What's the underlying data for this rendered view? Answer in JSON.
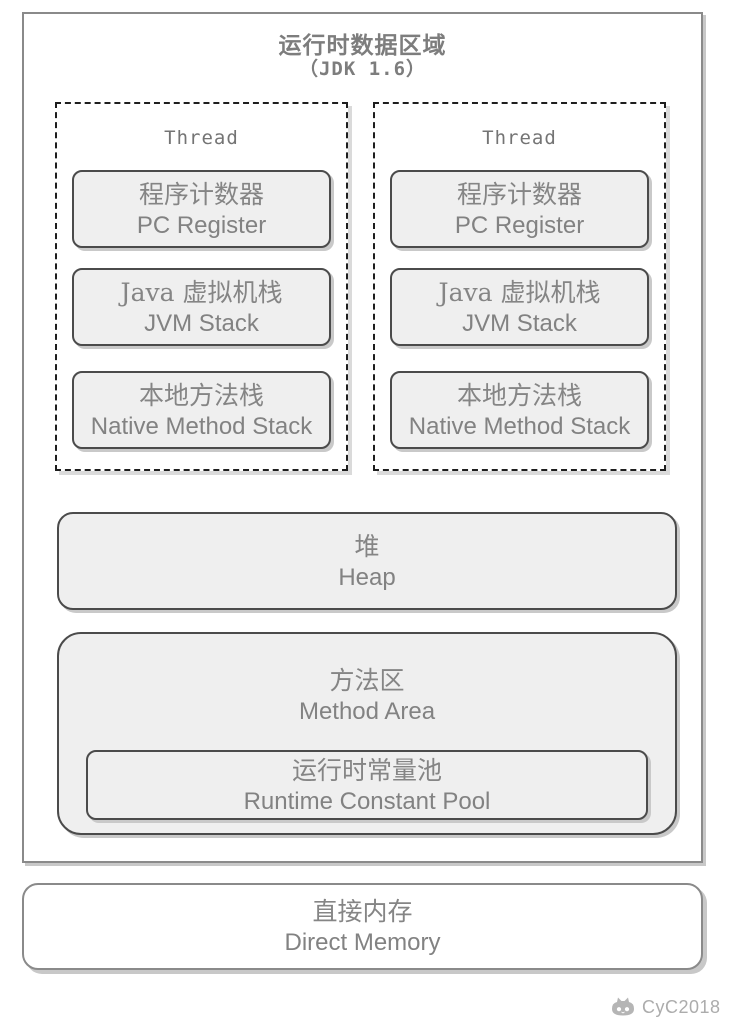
{
  "diagram": {
    "title_line1": "运行时数据区域",
    "title_line2": "（JDK 1.6）",
    "threads": [
      {
        "label": "Thread",
        "boxes": [
          {
            "zh": "程序计数器",
            "en": "PC Register"
          },
          {
            "zh": "Java 虚拟机栈",
            "en": "JVM Stack"
          },
          {
            "zh": "本地方法栈",
            "en": "Native Method Stack"
          }
        ]
      },
      {
        "label": "Thread",
        "boxes": [
          {
            "zh": "程序计数器",
            "en": "PC Register"
          },
          {
            "zh": "Java 虚拟机栈",
            "en": "JVM Stack"
          },
          {
            "zh": "本地方法栈",
            "en": "Native Method Stack"
          }
        ]
      }
    ],
    "heap": {
      "zh": "堆",
      "en": "Heap"
    },
    "method_area": {
      "zh": "方法区",
      "en": "Method Area"
    },
    "runtime_constant_pool": {
      "zh": "运行时常量池",
      "en": "Runtime Constant Pool"
    },
    "direct_memory": {
      "zh": "直接内存",
      "en": "Direct Memory"
    },
    "watermark": {
      "text": "CyC2018",
      "icon": "cat-logo-icon"
    },
    "colors": {
      "cell_fill": "#efefef",
      "cell_border": "#4b4b4b",
      "outer_border": "#8a8a8a",
      "dashed_border": "#1e1e1e",
      "text_gray": "#828282",
      "shadow": "#c9c9c9",
      "watermark_gray": "#b5b5b5"
    }
  }
}
